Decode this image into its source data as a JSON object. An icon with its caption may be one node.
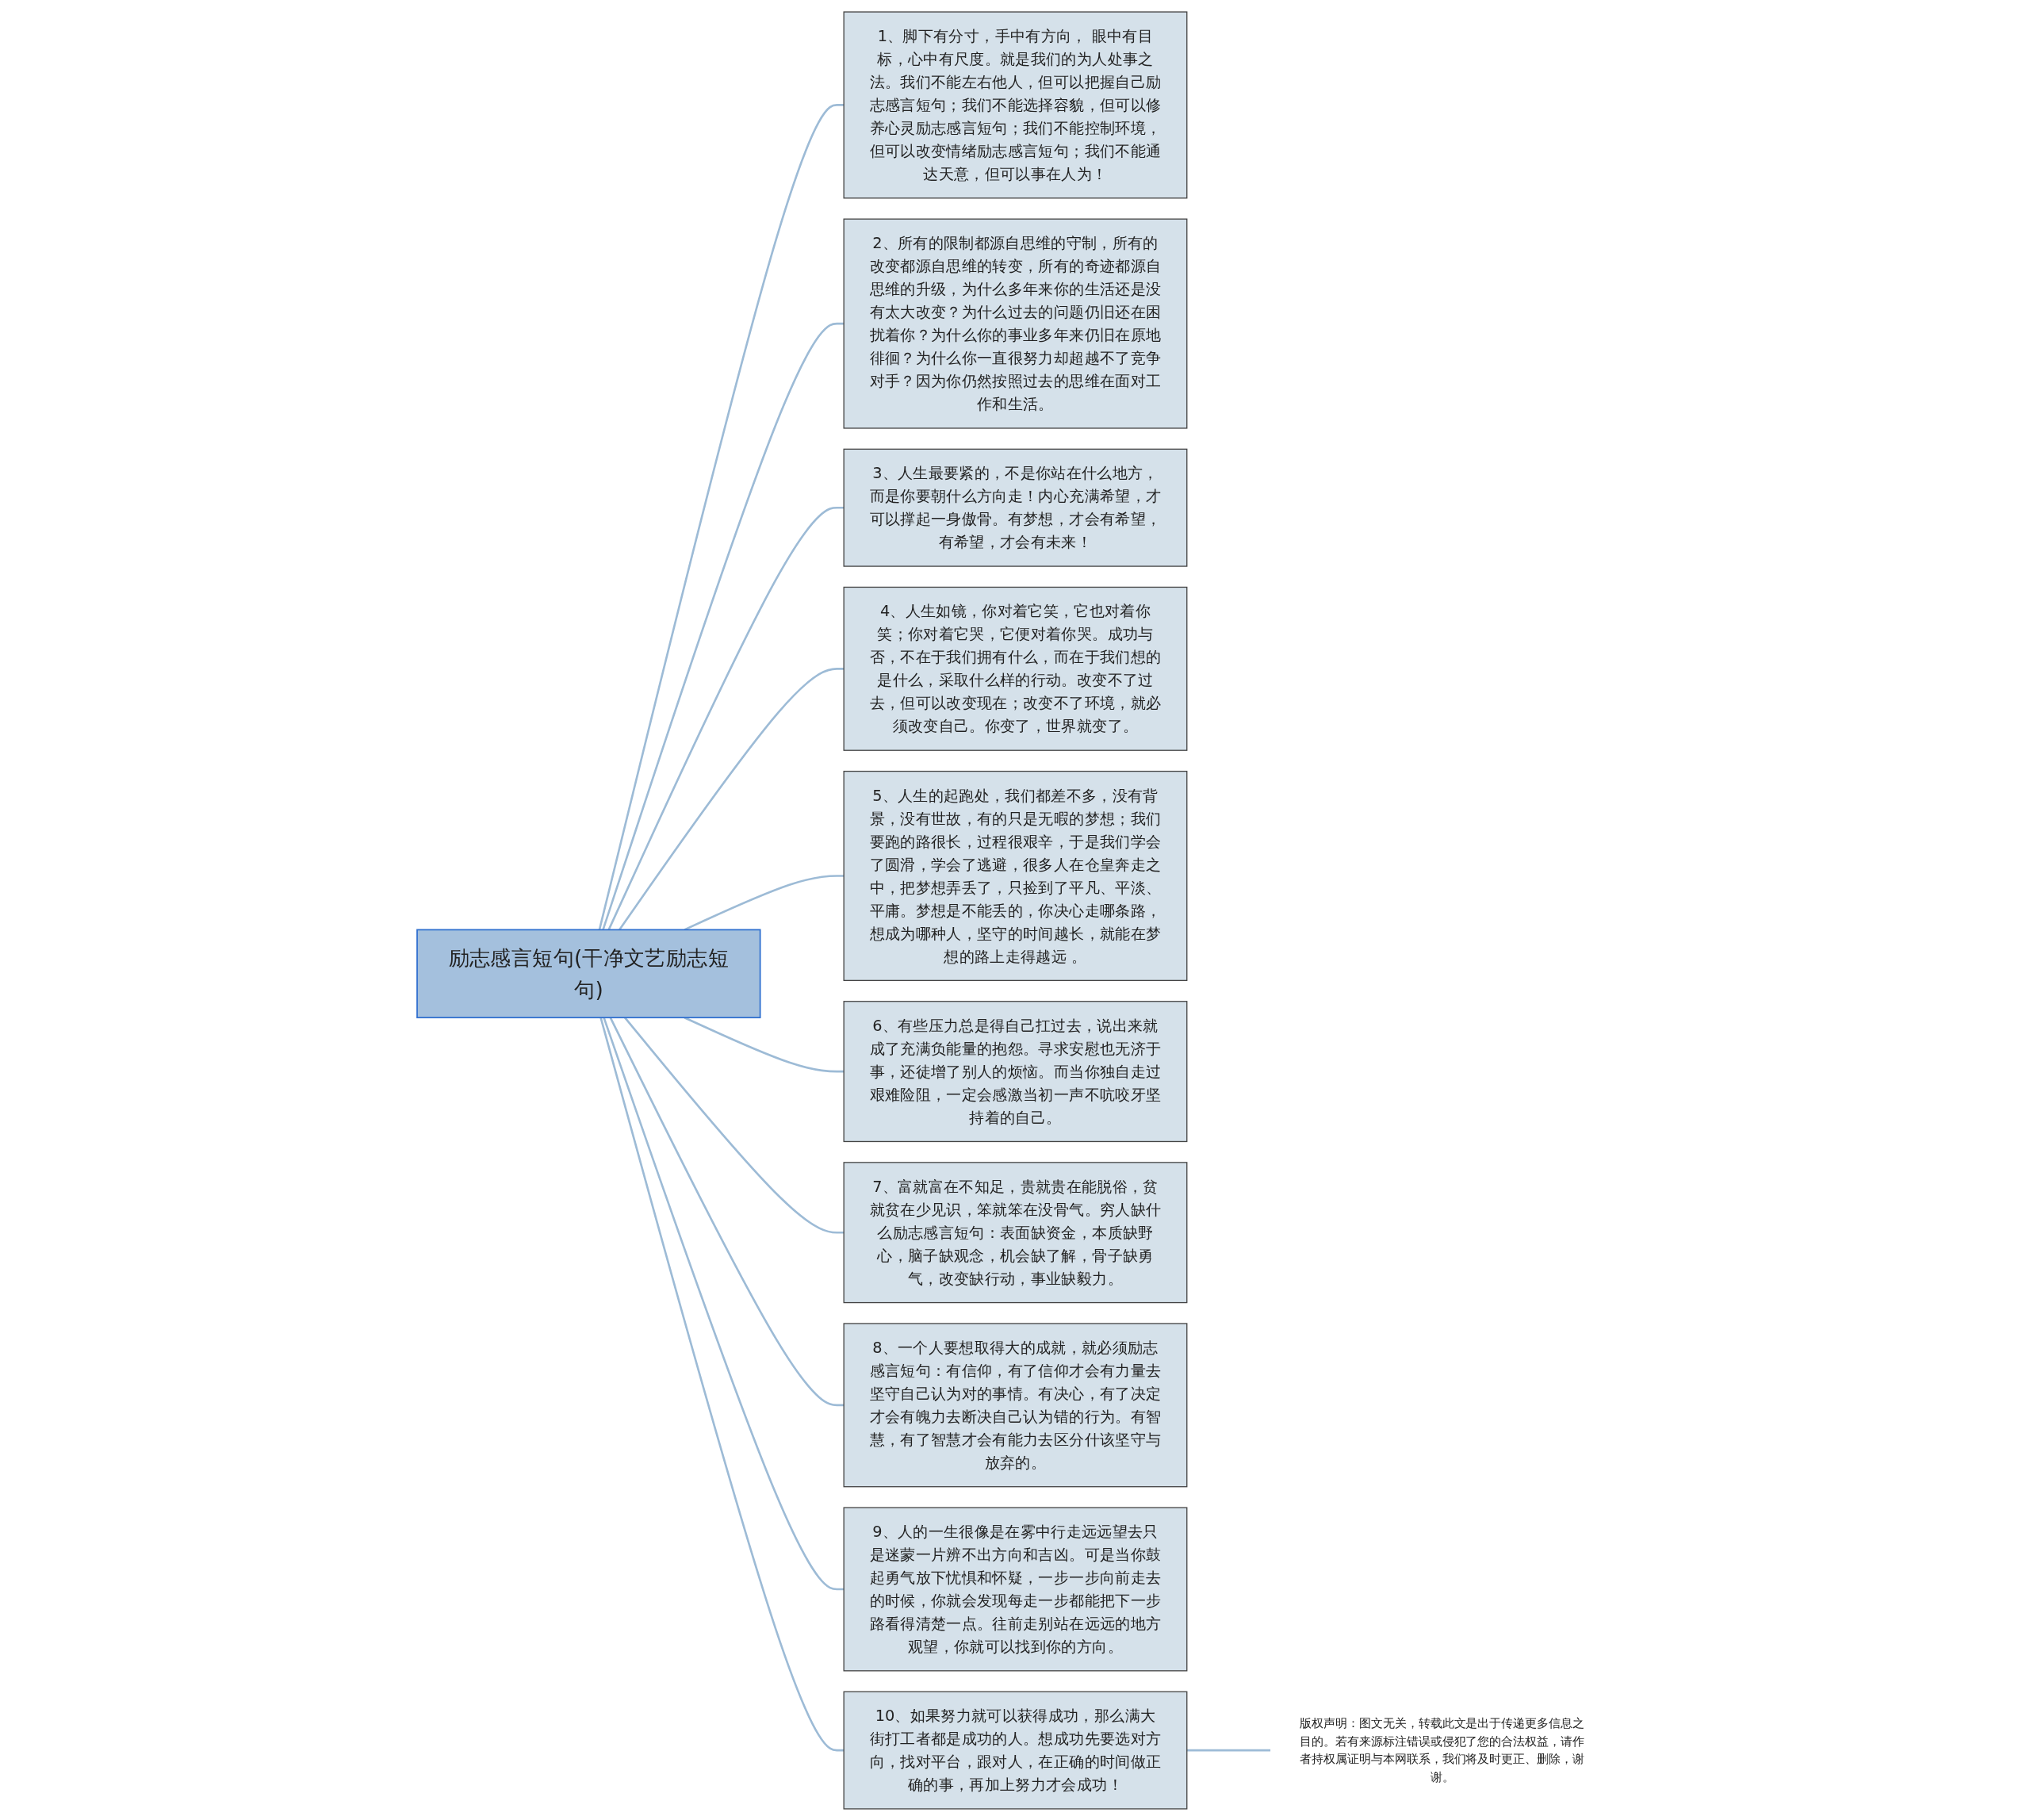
{
  "diagram": {
    "nodes": [
      {
        "text": [
          "励志感言短句(干净文艺励志短句)"
        ]
      },
      {
        "text": [
          "1、脚下有分寸，手中有方向， 眼中有目标，心中有尺度。就是我们的为人处事之法。我们不能左右他人，但可以把握自己励志感言短句；我们不能选择容貌，但可以修养心灵励志感言短句；我们不能控制环境，但可以改变情绪励志感言短句；我们不能通达天意，但可以事在人为！"
        ]
      },
      {
        "text": [
          "2、所有的限制都源自思维的守制，所有的改变都源自思维的转变，所有的奇迹都源自思维的升级，为什么多年来你的生活还是没有太大改变？为什么过去的问题仍旧还在困扰着你？为什么你的事业多年来仍旧在原地徘徊？为什么你一直很努力却超越不了竞争对手？因为你仍然按照过去的思维在面对工作和生活。"
        ]
      },
      {
        "text": [
          "3、人生最要紧的，不是你站在什么地方，而是你要朝什么方向走！内心充满希望，才可以撑起一身傲骨。有梦想，才会有希望，有希望，才会有未来！"
        ]
      },
      {
        "text": [
          "4、人生如镜，你对着它笑，它也对着你笑；你对着它哭，它便对着你哭。成功与否，不在于我们拥有什么，而在于我们想的是什么，采取什么样的行动。改变不了过去，但可以改变现在；改变不了环境，就必须改变自己。你变了，世界就变了。"
        ]
      },
      {
        "text": [
          "5、人生的起跑处，我们都差不多，没有背景，没有世故，有的只是无暇的梦想；我们要跑的路很长，过程很艰辛，于是我们学会了圆滑，学会了逃避，很多人在仓皇奔走之中，把梦想弄丢了，只捡到了平凡、平淡、平庸。梦想是不能丢的，你决心走哪条路，想成为哪种人，坚守的时间越长，就能在梦想的路上走得越远 。"
        ]
      },
      {
        "text": [
          "6、有些压力总是得自己扛过去，说出来就成了充满负能量的抱怨。寻求安慰也无济于事，还徒增了别人的烦恼。而当你独自走过艰难险阻，一定会感激当初一声不吭咬牙坚持着的自己。"
        ]
      },
      {
        "text": [
          "7、富就富在不知足，贵就贵在能脱俗，贫就贫在少见识，笨就笨在没骨气。穷人缺什么励志感言短句：表面缺资金，本质缺野心，脑子缺观念，机会缺了解，骨子缺勇气，改变缺行动，事业缺毅力。"
        ]
      },
      {
        "text": [
          "8、一个人要想取得大的成就，就必须励志感言短句：有信仰，有了信仰才会有力量去坚守自己认为对的事情。有决心，有了决定才会有魄力去断决自己认为错的行为。有智慧，有了智慧才会有能力去区分什该坚守与放弃的。"
        ]
      },
      {
        "text": [
          "9、人的一生很像是在雾中行走远远望去只是迷蒙一片辨不出方向和吉凶。可是当你鼓起勇气放下忧惧和怀疑，一步一步向前走去的时候，你就会发现每走一步都能把下一步路看得清楚一点。往前走别站在远远的地方观望，你就可以找到你的方向。"
        ]
      },
      {
        "text": [
          "10、如果努力就可以获得成功，那么满大街打工者都是成功的人。想成功先要选对方向，找对平台，跟对人，在正确的时间做正确的事，再加上努力才会成功！"
        ]
      },
      {
        "text": [
          "版权声明：图文无关，转载此文是出于传递更多信息之目的。若有来源标注错误或侵犯了您的合法权益，请作者持权属证明与本网联系，我们将及时更正、删除，谢谢。"
        ]
      }
    ],
    "edges": [
      {
        "from": 0,
        "to": 1,
        "arrow": "none"
      },
      {
        "from": 0,
        "to": 2,
        "arrow": "none"
      },
      {
        "from": 0,
        "to": 3,
        "arrow": "none"
      },
      {
        "from": 0,
        "to": 4,
        "arrow": "none"
      },
      {
        "from": 0,
        "to": 5,
        "arrow": "none"
      },
      {
        "from": 0,
        "to": 6,
        "arrow": "none"
      },
      {
        "from": 0,
        "to": 7,
        "arrow": "none"
      },
      {
        "from": 0,
        "to": 8,
        "arrow": "none"
      },
      {
        "from": 0,
        "to": 9,
        "arrow": "none"
      },
      {
        "from": 0,
        "to": 10,
        "arrow": "none"
      },
      {
        "from": 10,
        "to": 11,
        "arrow": "none"
      }
    ]
  }
}
